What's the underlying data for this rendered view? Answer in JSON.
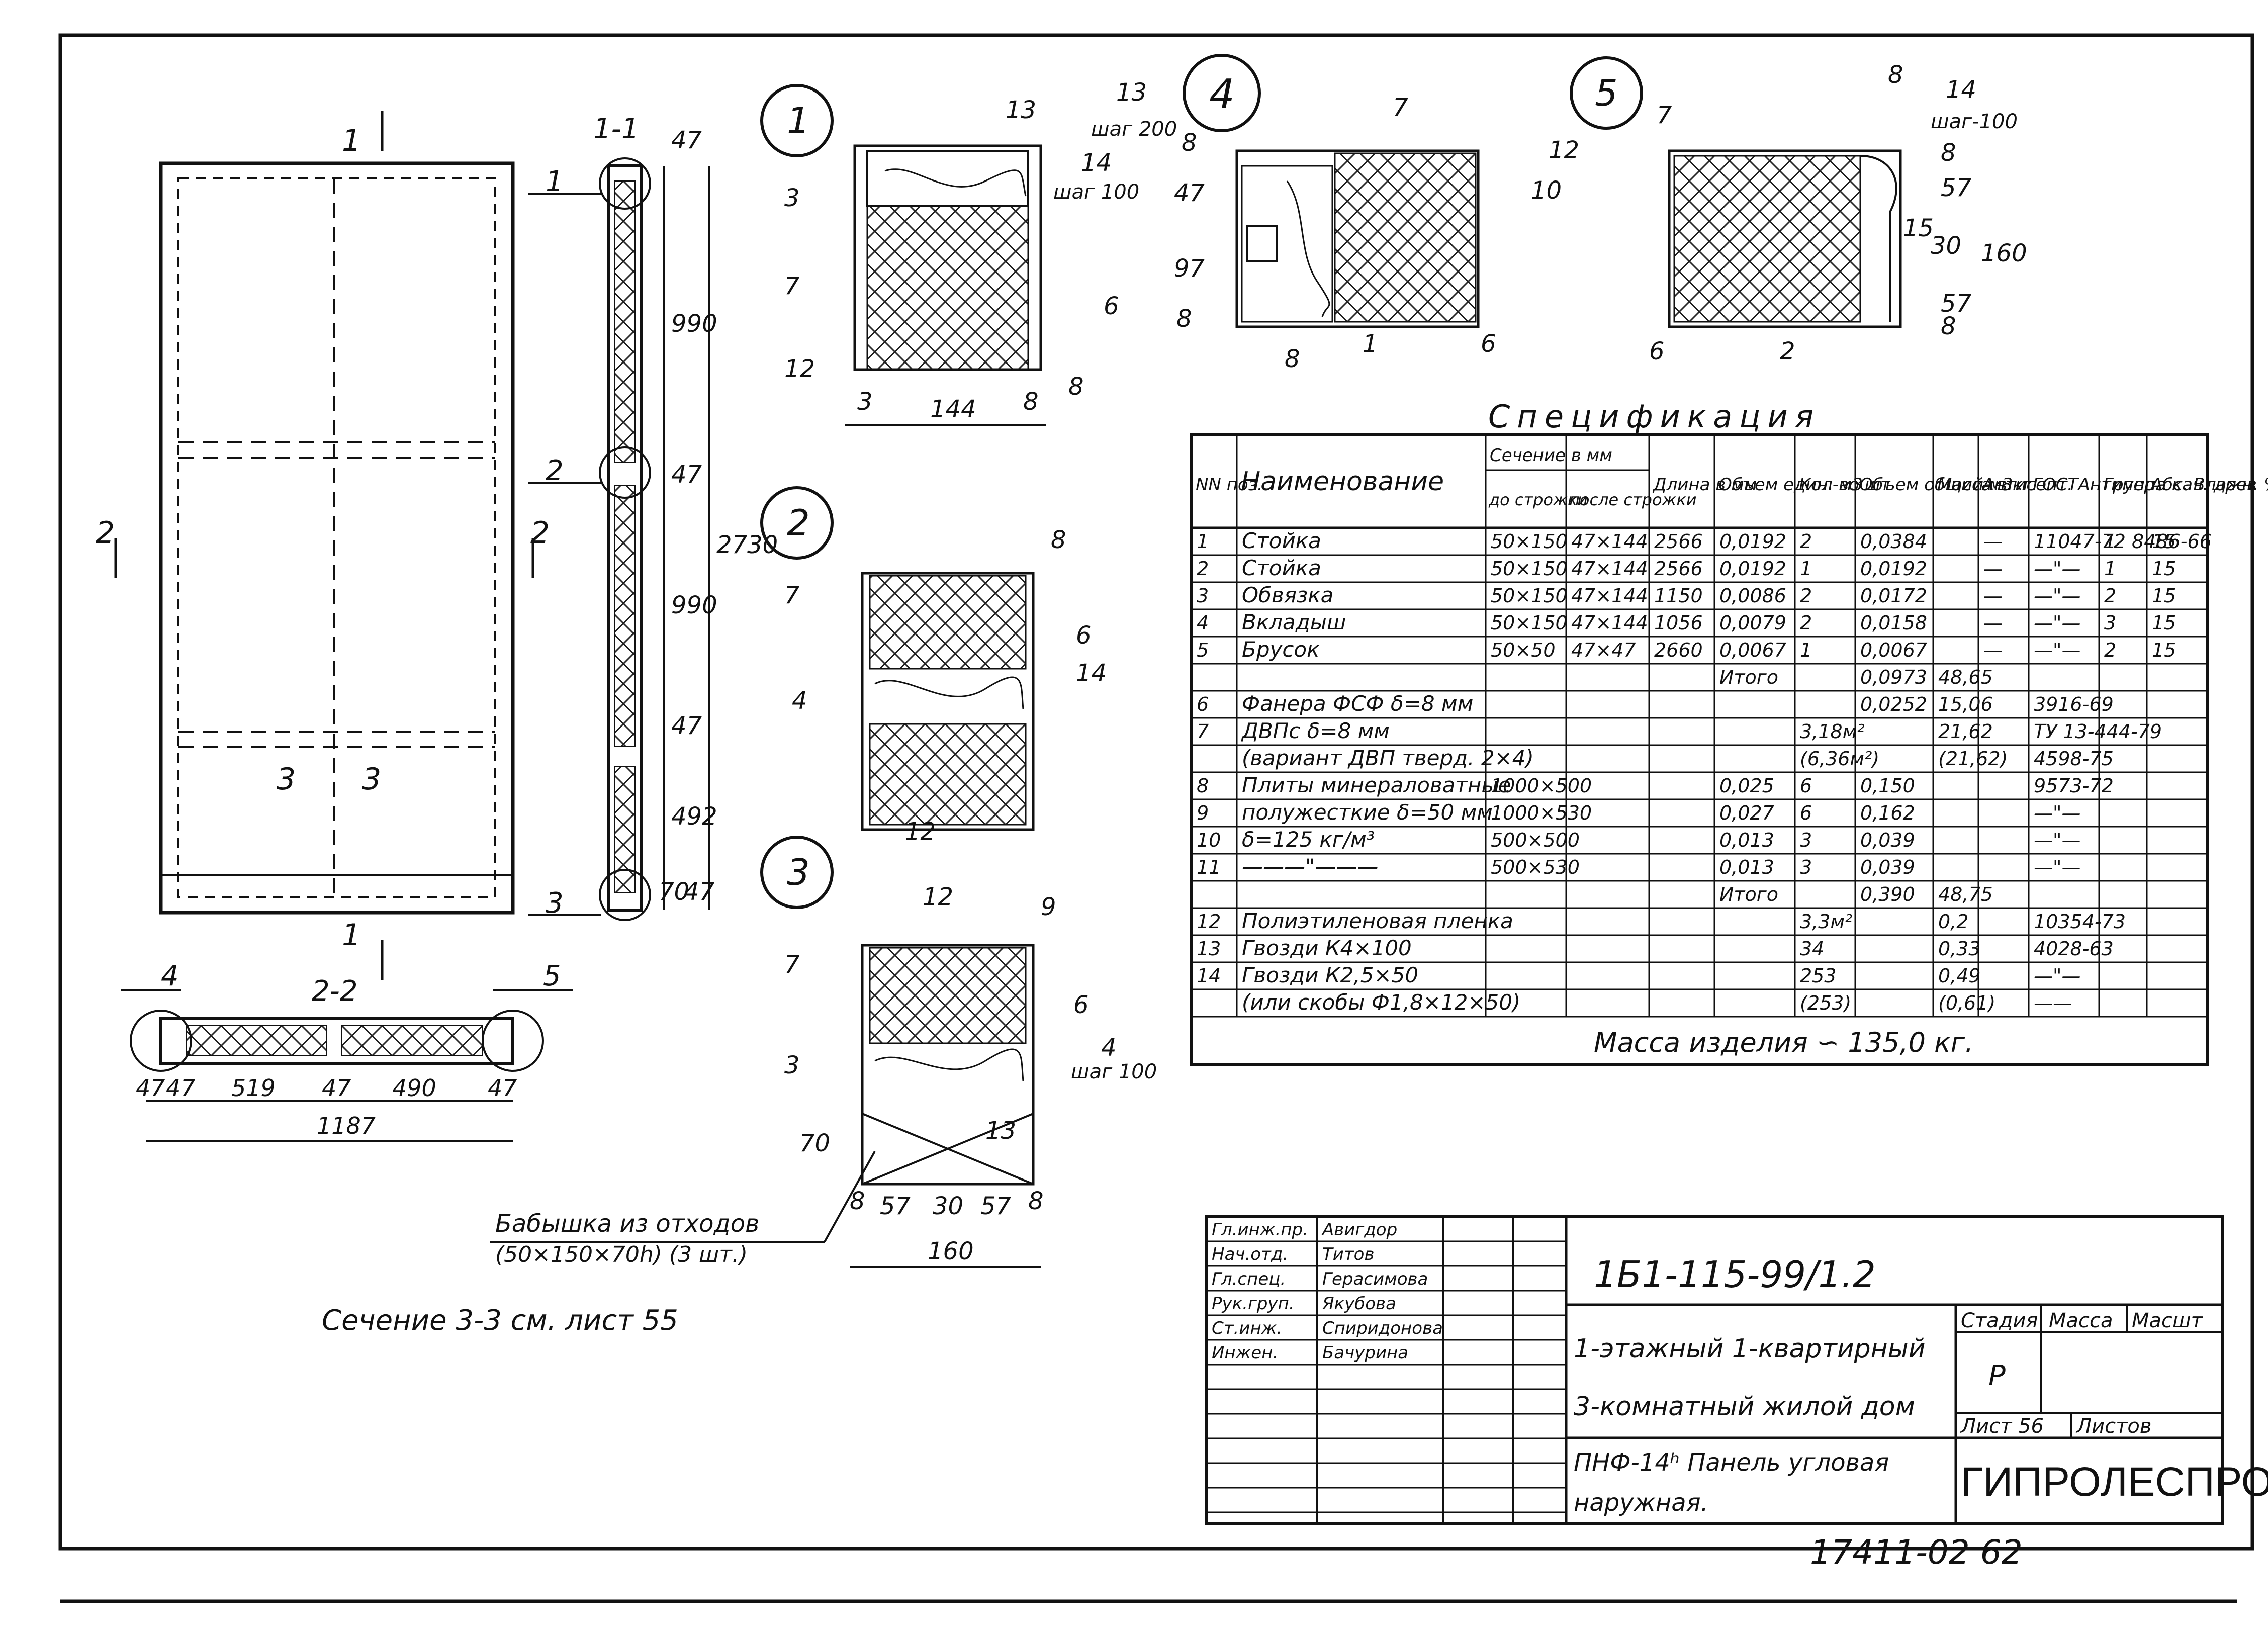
{
  "section_1_1": {
    "label": "1-1"
  },
  "section_2_2": {
    "label": "2-2"
  },
  "section_refs": {
    "a": "1",
    "b": "2",
    "c": "3"
  },
  "callouts": [
    "1",
    "2",
    "3",
    "4",
    "5"
  ],
  "side_dims": [
    "47",
    "990",
    "47",
    "990",
    "47",
    "492",
    "70",
    "47",
    "2730"
  ],
  "bottom_dims": [
    "47",
    "47",
    "519",
    "47",
    "490",
    "47",
    "1187"
  ],
  "detail1": {
    "labels": [
      "13",
      "14",
      "шаг 100",
      "3",
      "7",
      "6",
      "12",
      "8",
      "3",
      "144",
      "8"
    ]
  },
  "detail2": {
    "labels": [
      "8",
      "7",
      "6",
      "14",
      "4",
      "12"
    ]
  },
  "detail3": {
    "labels": [
      "12",
      "9",
      "7",
      "6",
      "3",
      "4",
      "шаг 100",
      "70",
      "13",
      "8",
      "57",
      "30",
      "57",
      "8",
      "160"
    ]
  },
  "detail4": {
    "labels": [
      "13",
      "шаг 200",
      "7",
      "12",
      "10",
      "8",
      "47",
      "97",
      "8",
      "1",
      "6",
      "8"
    ]
  },
  "detail5": {
    "labels": [
      "8",
      "14",
      "шаг-100",
      "7",
      "57",
      "8",
      "15",
      "30",
      "160",
      "57",
      "8",
      "6",
      "2"
    ]
  },
  "leader_note": {
    "line1": "Бабышка из отходов",
    "line2": "(50×150×70h)  (3 шт.)"
  },
  "section_note": "Сечение 3-3 см. лист 55",
  "spec": {
    "title": "Спецификация",
    "headers": [
      "NN поз.",
      "Наименование",
      "Сечение в мм",
      "Длина в мм",
      "Объем един. м3",
      "Кол-во шт",
      "Объем общий м3",
      "Масса в кг.",
      "Антисепт. Антипер.",
      "ГОСТ",
      "Группа кач. древ",
      "Абс. Влажн. %"
    ],
    "subheaders": [
      "до строжки",
      "после строжки"
    ],
    "rows": [
      [
        "1",
        "Стойка",
        "50×150",
        "47×144",
        "2566",
        "0,0192",
        "2",
        "0,0384",
        "",
        "—",
        "11047-72 8486-66",
        "1",
        "15"
      ],
      [
        "2",
        "Стойка",
        "50×150",
        "47×144",
        "2566",
        "0,0192",
        "1",
        "0,0192",
        "",
        "—",
        "—\"—",
        "1",
        "15"
      ],
      [
        "3",
        "Обвязка",
        "50×150",
        "47×144",
        "1150",
        "0,0086",
        "2",
        "0,0172",
        "",
        "—",
        "—\"—",
        "2",
        "15"
      ],
      [
        "4",
        "Вкладыш",
        "50×150",
        "47×144",
        "1056",
        "0,0079",
        "2",
        "0,0158",
        "",
        "—",
        "—\"—",
        "3",
        "15"
      ],
      [
        "5",
        "Брусок",
        "50×50",
        "47×47",
        "2660",
        "0,0067",
        "1",
        "0,0067",
        "",
        "—",
        "—\"—",
        "2",
        "15"
      ],
      [
        "",
        "",
        "",
        "",
        "",
        "Итого",
        "",
        "0,0973",
        "48,65",
        "",
        "",
        "",
        ""
      ],
      [
        "6",
        "Фанера ФСФ δ=8 мм",
        "",
        "",
        "",
        "",
        "",
        "0,0252",
        "15,06",
        "",
        "3916-69",
        "",
        ""
      ],
      [
        "7",
        "ДВПс  δ=8 мм",
        "",
        "",
        "",
        "",
        "3,18м²",
        "",
        "21,62",
        "",
        "ТУ 13-444-79",
        "",
        ""
      ],
      [
        "",
        "(вариант ДВП тверд. 2×4)",
        "",
        "",
        "",
        "",
        "(6,36м²)",
        "",
        "(21,62)",
        "",
        "4598-75",
        "",
        ""
      ],
      [
        "8",
        "Плиты минераловатные",
        "1000×500",
        "",
        "",
        "0,025",
        "6",
        "0,150",
        "",
        "",
        "9573-72",
        "",
        ""
      ],
      [
        "9",
        "полужесткие δ=50 мм",
        "1000×530",
        "",
        "",
        "0,027",
        "6",
        "0,162",
        "",
        "",
        "—\"—",
        "",
        ""
      ],
      [
        "10",
        "δ=125 кг/м³",
        "500×500",
        "",
        "",
        "0,013",
        "3",
        "0,039",
        "",
        "",
        "—\"—",
        "",
        ""
      ],
      [
        "11",
        "———\"———",
        "500×530",
        "",
        "",
        "0,013",
        "3",
        "0,039",
        "",
        "",
        "—\"—",
        "",
        ""
      ],
      [
        "",
        "",
        "",
        "",
        "",
        "Итого",
        "",
        "0,390",
        "48,75",
        "",
        "",
        "",
        ""
      ],
      [
        "12",
        "Полиэтиленовая пленка",
        "",
        "",
        "",
        "",
        "3,3м²",
        "",
        "0,2",
        "",
        "10354-73",
        "",
        ""
      ],
      [
        "13",
        "Гвозди К4×100",
        "",
        "",
        "",
        "",
        "34",
        "",
        "0,33",
        "",
        "4028-63",
        "",
        ""
      ],
      [
        "14",
        "Гвозди К2,5×50",
        "",
        "",
        "",
        "",
        "253",
        "",
        "0,49",
        "",
        "—\"—",
        "",
        ""
      ],
      [
        "",
        "(или скобы Ф1,8×12×50)",
        "",
        "",
        "",
        "",
        "(253)",
        "",
        "(0,61)",
        "",
        "——",
        "",
        ""
      ]
    ],
    "mass_note": "Масса изделия ∽ 135,0 кг."
  },
  "title_block": {
    "people": [
      [
        "Гл.инж.пр.",
        "Авигдор"
      ],
      [
        "Нач.отд.",
        "Титов"
      ],
      [
        "Гл.спец.",
        "Герасимова"
      ],
      [
        "Рук.груп.",
        "Якубова"
      ],
      [
        "Ст.инж.",
        "Спиридонова"
      ],
      [
        "Инжен.",
        "Бачурина"
      ]
    ],
    "code": "1Б1-115-99/1.2",
    "project_line1": "1-этажный 1-квартирный",
    "project_line2": "3-комнатный жилой дом",
    "panel_line1": "ПНФ-14ʰ  Панель угловая",
    "panel_line2": "наружная.",
    "stage_label": "Стадия",
    "mass_label": "Масса",
    "scale_label": "Масшт",
    "stage_value": "Р",
    "sheet": "Лист 56",
    "sheets": "Листов",
    "org": "ГИПРОЛЕСПРОМ",
    "doc_number": "17411-02   62"
  }
}
